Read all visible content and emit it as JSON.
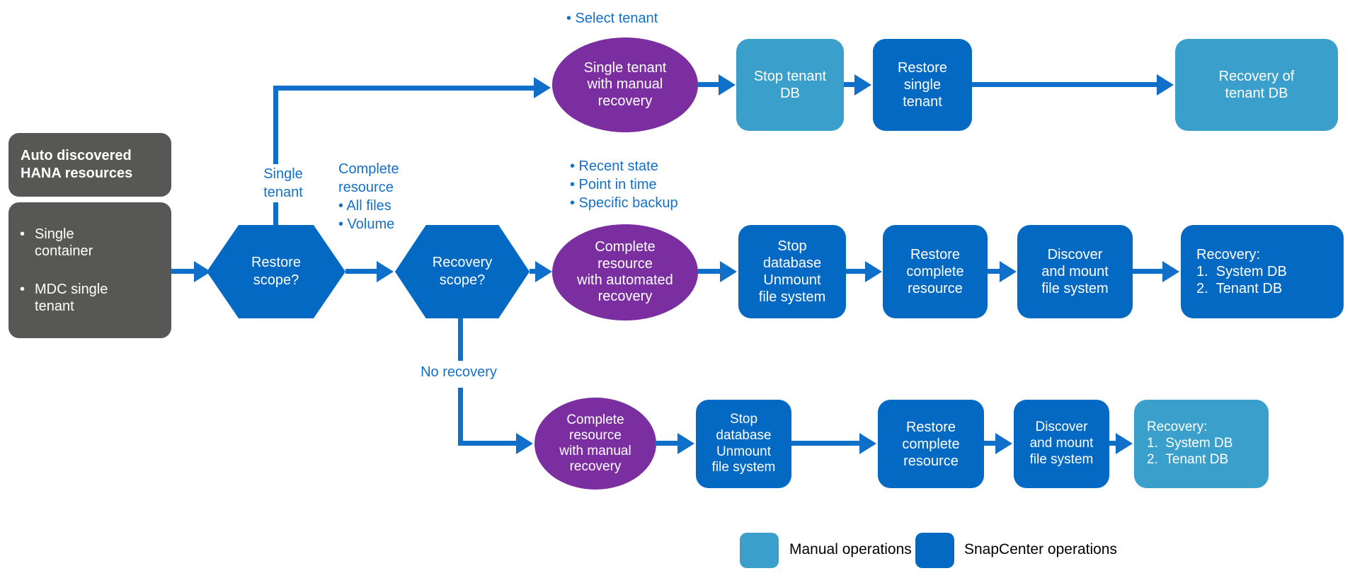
{
  "colors": {
    "snapcenter_blue": "#0469c2",
    "manual_blue": "#3aa0cb",
    "purple": "#7a2ea0",
    "gray": "#575756",
    "annotation_blue": "#1470c8",
    "arrow_blue": "#0f6fc9"
  },
  "source": {
    "title": "Auto discovered\nHANA resources",
    "bullet_char": "•",
    "items": [
      "Single\ncontainer",
      "MDC single\ntenant"
    ]
  },
  "decisions": [
    {
      "label": "Restore\nscope?"
    },
    {
      "label": "Recovery\nscope?"
    }
  ],
  "annotations": {
    "select_tenant": "• Select tenant",
    "single_tenant": "Single\ntenant",
    "complete_resource": "Complete\nresource\n• All files\n• Volume",
    "recovery_options": "• Recent state\n• Point in time\n• Specific backup",
    "no_recovery": "No recovery"
  },
  "ellipses": [
    {
      "label": "Single tenant\nwith manual\nrecovery"
    },
    {
      "label": "Complete\nresource\nwith automated\nrecovery"
    },
    {
      "label": "Complete\nresource\nwith manual\nrecovery"
    }
  ],
  "top_row": [
    {
      "label": "Stop tenant\nDB",
      "type": "manual"
    },
    {
      "label": "Restore\nsingle\ntenant",
      "type": "snapcenter"
    },
    {
      "label": "Recovery of\ntenant DB",
      "type": "manual"
    }
  ],
  "middle_row": [
    {
      "label": "Stop\ndatabase\nUnmount\nfile system",
      "type": "snapcenter"
    },
    {
      "label": "Restore\ncomplete\nresource",
      "type": "snapcenter"
    },
    {
      "label": "Discover\nand mount\nfile system",
      "type": "snapcenter"
    },
    {
      "label": "Recovery:\n1.  System DB\n2.  Tenant DB",
      "type": "snapcenter"
    }
  ],
  "bottom_row": [
    {
      "label": "Stop\ndatabase\nUnmount\nfile system",
      "type": "snapcenter"
    },
    {
      "label": "Restore\ncomplete\nresource",
      "type": "snapcenter"
    },
    {
      "label": "Discover\nand mount\nfile system",
      "type": "snapcenter"
    },
    {
      "label": "Recovery:\n1.  System DB\n2.  Tenant DB",
      "type": "manual"
    }
  ],
  "legend": [
    {
      "label": "Manual operations",
      "type": "manual"
    },
    {
      "label": "SnapCenter operations",
      "type": "snapcenter"
    }
  ]
}
